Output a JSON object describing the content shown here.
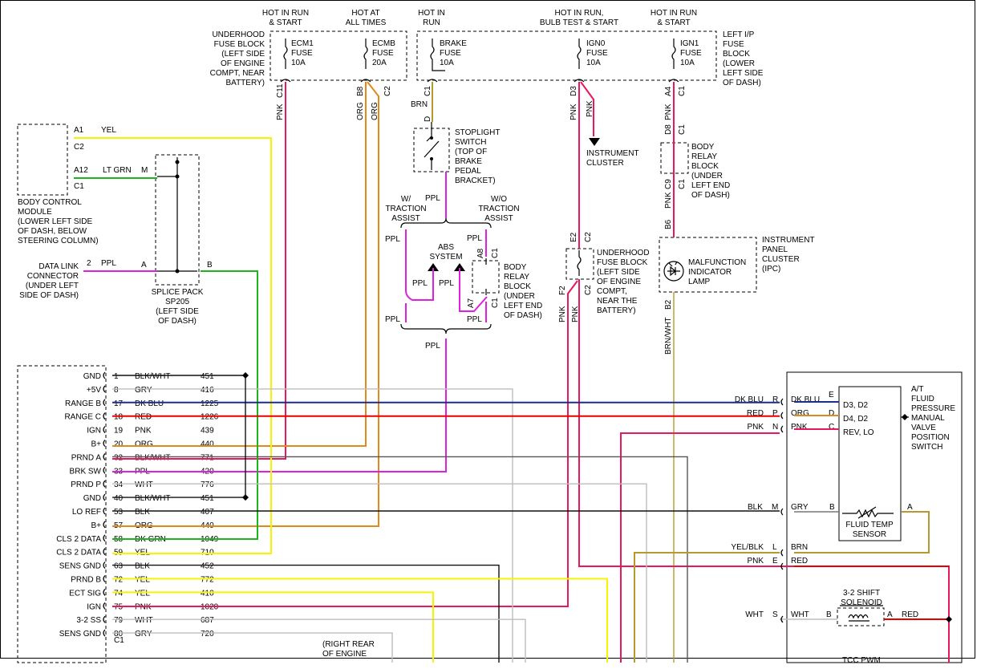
{
  "fuse_headers": {
    "hot_run_start_1": [
      "HOT IN RUN",
      "& START"
    ],
    "hot_all_times": [
      "HOT AT",
      "ALL TIMES"
    ],
    "hot_run": [
      "HOT IN",
      "RUN"
    ],
    "hot_run_bulb": [
      "HOT IN RUN,",
      "BULB TEST & START"
    ],
    "hot_run_start_2": [
      "HOT IN RUN",
      "& START"
    ]
  },
  "fuse_blocks": {
    "underhood_label": [
      "UNDERHOOD",
      "FUSE BLOCK",
      "(LEFT SIDE",
      "OF ENGINE",
      "COMPT, NEAR",
      "BATTERY)"
    ],
    "left_ip_label": [
      "LEFT I/P",
      "FUSE",
      "BLOCK",
      "(LOWER",
      "LEFT SIDE",
      "OF DASH)"
    ],
    "ecm1": [
      "ECM1",
      "FUSE",
      "10A"
    ],
    "ecmb": [
      "ECMB",
      "FUSE",
      "20A"
    ],
    "brake": [
      "BRAKE",
      "FUSE",
      "10A"
    ],
    "ign0": [
      "IGN0",
      "FUSE",
      "10A"
    ],
    "ign1": [
      "IGN1",
      "FUSE",
      "10A"
    ]
  },
  "wire_labels": {
    "pnk_c11": "PNK",
    "c11": "C11",
    "org_b8": "ORG",
    "b8": "B8",
    "org_c2": "ORG",
    "c2a": "C2",
    "c1_brake": "C1",
    "brn": "BRN",
    "pnk_d3": "PNK",
    "d3": "D3",
    "pnk_arrow": "PNK",
    "pnk_a4": "PNK",
    "a4": "A4",
    "c1_a4": "C1",
    "d8": "D8",
    "c1_d8": "C1",
    "c9": "C9",
    "c1_c9": "C1",
    "pnk_c9": "PNK",
    "b6": "B6",
    "b2": "B2",
    "brn_wht": "BRN/WHT",
    "e2": "E2",
    "c2_e2": "C2",
    "f2": "F2",
    "c2_f2": "C2",
    "pnk_f2a": "PNK",
    "pnk_f2b": "PNK",
    "d": "D",
    "c": "C"
  },
  "components": {
    "stoplight": [
      "STOPLIGHT",
      "SWITCH",
      "(TOP OF",
      "BRAKE",
      "PEDAL",
      "BRACKET)"
    ],
    "instrument_cluster": [
      "INSTRUMENT",
      "CLUSTER"
    ],
    "body_relay_right": [
      "BODY",
      "RELAY",
      "BLOCK",
      "(UNDER",
      "LEFT END",
      "OF DASH)"
    ],
    "ipc": [
      "INSTRUMENT",
      "PANEL",
      "CLUSTER",
      "(IPC)"
    ],
    "mil": [
      "MALFUNCTION",
      "INDICATOR",
      "LAMP"
    ],
    "underhood2": [
      "UNDERHOOD",
      "FUSE BLOCK",
      "(LEFT SIDE",
      "OF ENGINE",
      "COMPT,",
      "NEAR THE",
      "BATTERY)"
    ],
    "bcm": [
      "BODY CONTROL",
      "MODULE",
      "(LOWER LEFT SIDE",
      "OF DASH, BELOW",
      "STEERING COLUMN)"
    ],
    "splice": [
      "SPLICE PACK",
      "SP205",
      "(LEFT SIDE",
      "OF DASH)"
    ],
    "dlc": [
      "DATA LINK",
      "CONNECTOR",
      "(UNDER LEFT",
      "SIDE OF DASH)"
    ],
    "w_traction": [
      "W/",
      "TRACTION",
      "ASSIST"
    ],
    "wo_traction": [
      "W/O",
      "TRACTION",
      "ASSIST"
    ],
    "abs": [
      "ABS",
      "SYSTEM"
    ],
    "body_relay_mid": [
      "BODY",
      "RELAY",
      "BLOCK",
      "(UNDER",
      "LEFT END",
      "OF DASH)"
    ],
    "right_rear": [
      "(RIGHT REAR",
      "OF ENGINE"
    ],
    "fluid_pressure": [
      "A/T",
      "FLUID",
      "PRESSURE",
      "MANUAL",
      "VALVE",
      "POSITION",
      "SWITCH"
    ],
    "fluid_temp": [
      "FLUID TEMP",
      "SENSOR"
    ],
    "shift_sol": [
      "3-2 SHIFT",
      "SOLENOID"
    ],
    "tcc": "TCC PWM"
  },
  "bcm_pins": {
    "a1": "A1",
    "yel": "YEL",
    "c2": "C2",
    "a12": "A12",
    "ltgrn": "LT GRN",
    "m": "M",
    "c1": "C1"
  },
  "splice_pins": {
    "a": "A",
    "b": "B",
    "two": "2",
    "ppl": "PPL"
  },
  "traction_labels": {
    "ppl_top": "PPL",
    "ppl_left": "PPL",
    "ppl_left_lo": "PPL",
    "ppl_mid1": "PPL",
    "ppl_mid2": "PPL",
    "ppl_wo": "PPL",
    "c1_a8": "C1",
    "a8": "A8",
    "a7": "A7",
    "c1_a7": "C1",
    "ppl_wo_lo": "PPL",
    "ppl_bottom": "PPL"
  },
  "pcm_rows": [
    {
      "name": "GND",
      "pin": "1",
      "color": "BLK/WHT",
      "circuit": "451"
    },
    {
      "name": "+5V",
      "pin": "8",
      "color": "GRY",
      "circuit": "416"
    },
    {
      "name": "RANGE B",
      "pin": "17",
      "color": "DK BLU",
      "circuit": "1225"
    },
    {
      "name": "RANGE C",
      "pin": "18",
      "color": "RED",
      "circuit": "1226"
    },
    {
      "name": "IGN",
      "pin": "19",
      "color": "PNK",
      "circuit": "439"
    },
    {
      "name": "B+",
      "pin": "20",
      "color": "ORG",
      "circuit": "440"
    },
    {
      "name": "PRND A",
      "pin": "32",
      "color": "BLK/WHT",
      "circuit": "771"
    },
    {
      "name": "BRK SW",
      "pin": "33",
      "color": "PPL",
      "circuit": "420"
    },
    {
      "name": "PRND P",
      "pin": "34",
      "color": "WHT",
      "circuit": "776"
    },
    {
      "name": "GND",
      "pin": "40",
      "color": "BLK/WHT",
      "circuit": "451"
    },
    {
      "name": "LO REF",
      "pin": "53",
      "color": "BLK",
      "circuit": "407"
    },
    {
      "name": "B+",
      "pin": "57",
      "color": "ORG",
      "circuit": "440"
    },
    {
      "name": "CLS 2 DATA",
      "pin": "58",
      "color": "DK GRN",
      "circuit": "1049"
    },
    {
      "name": "CLS 2 DATA",
      "pin": "59",
      "color": "YEL",
      "circuit": "710"
    },
    {
      "name": "SENS GND",
      "pin": "63",
      "color": "BLK",
      "circuit": "452"
    },
    {
      "name": "PRND B",
      "pin": "72",
      "color": "YEL",
      "circuit": "772"
    },
    {
      "name": "ECT SIG",
      "pin": "74",
      "color": "YEL",
      "circuit": "410"
    },
    {
      "name": "IGN",
      "pin": "75",
      "color": "PNK",
      "circuit": "1020"
    },
    {
      "name": "3-2 SS",
      "pin": "79",
      "color": "WHT",
      "circuit": "687"
    },
    {
      "name": "SENS GND",
      "pin": "80",
      "color": "GRY",
      "circuit": "720"
    }
  ],
  "pcm_c1": "C1",
  "right_wires": [
    {
      "outer": "DK BLU",
      "pin": "R",
      "inner": "DK BLU",
      "sw": "E"
    },
    {
      "outer": "RED",
      "pin": "P",
      "inner": "ORG",
      "sw": "D"
    },
    {
      "outer": "PNK",
      "pin": "N",
      "inner": "PNK",
      "sw": "C"
    }
  ],
  "switch_states": [
    "D3, D2",
    "D4, D2",
    "REV, LO"
  ],
  "temp_wires": {
    "outer": "BLK",
    "pin": "M",
    "inner": "GRY",
    "b": "B",
    "a": "A"
  },
  "lower_wires": [
    {
      "outer": "YEL/BLK",
      "pin": "L",
      "inner": "BRN"
    },
    {
      "outer": "PNK",
      "pin": "E",
      "inner": "RED"
    },
    {
      "outer": "WHT",
      "pin": "S",
      "inner": "WHT"
    }
  ],
  "sol_labels": {
    "b": "B",
    "a": "A",
    "red": "RED"
  },
  "colors": {
    "pink": "#e8195b",
    "orange": "#e08a1e",
    "yellow": "#f5f500",
    "green": "#1cb51c",
    "purple": "#e020e0",
    "blue": "#1a2f8c",
    "red": "#e80000",
    "gray": "#bdbdbd",
    "olive": "#b69a2e"
  }
}
